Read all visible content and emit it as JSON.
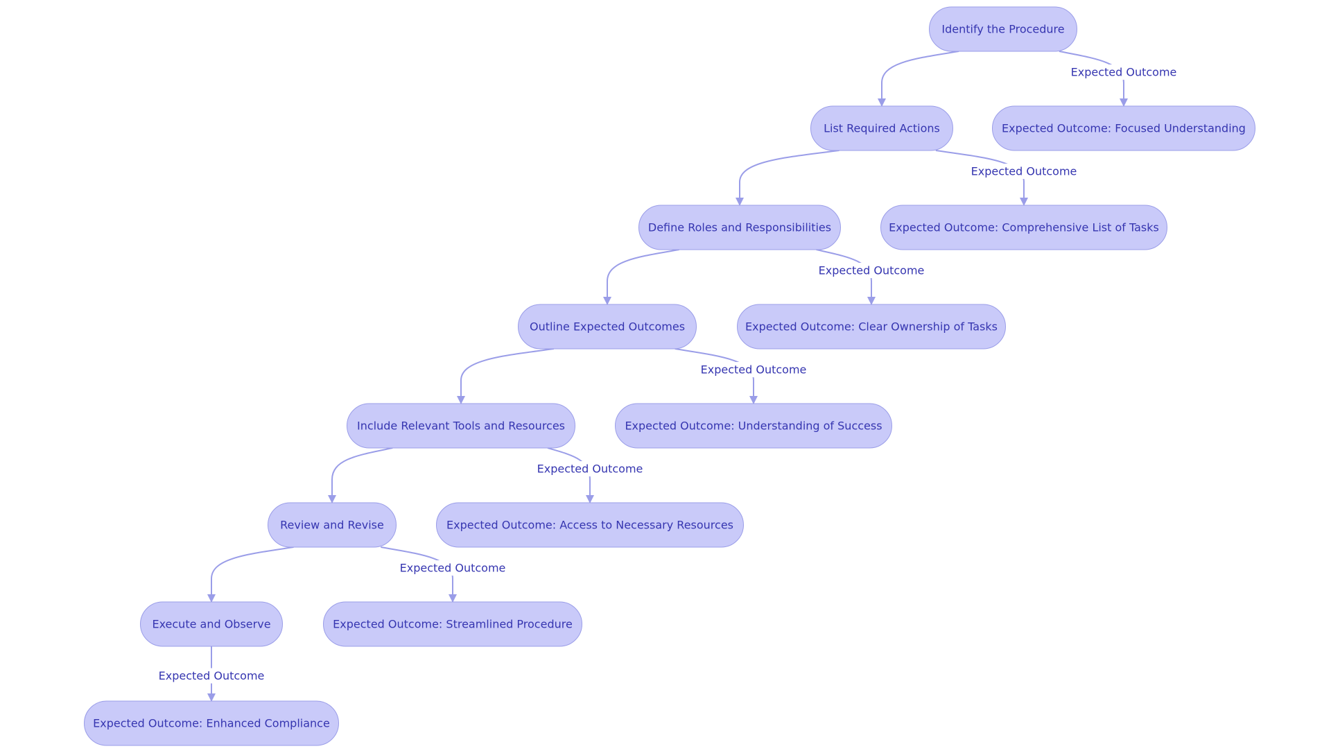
{
  "colors": {
    "node_fill": "#c9caf9",
    "node_stroke": "#9a9de8",
    "text": "#3535b0",
    "edge": "#9a9de8"
  },
  "nodes": [
    {
      "id": "identify",
      "label": "Identify the Procedure"
    },
    {
      "id": "list_actions",
      "label": "List Required Actions"
    },
    {
      "id": "define_roles",
      "label": "Define Roles and Responsibilities"
    },
    {
      "id": "outline",
      "label": "Outline Expected Outcomes"
    },
    {
      "id": "include_tools",
      "label": "Include Relevant Tools and Resources"
    },
    {
      "id": "review",
      "label": "Review and Revise"
    },
    {
      "id": "execute",
      "label": "Execute and Observe"
    },
    {
      "id": "out_focused",
      "label": "Expected Outcome: Focused Understanding"
    },
    {
      "id": "out_tasks",
      "label": "Expected Outcome: Comprehensive List of Tasks"
    },
    {
      "id": "out_ownership",
      "label": "Expected Outcome: Clear Ownership of Tasks"
    },
    {
      "id": "out_success",
      "label": "Expected Outcome: Understanding of Success"
    },
    {
      "id": "out_resources",
      "label": "Expected Outcome: Access to Necessary Resources"
    },
    {
      "id": "out_streamlined",
      "label": "Expected Outcome: Streamlined Procedure"
    },
    {
      "id": "out_compliance",
      "label": "Expected Outcome: Enhanced Compliance"
    }
  ],
  "edges": [
    {
      "from": "identify",
      "to": "list_actions",
      "label": ""
    },
    {
      "from": "identify",
      "to": "out_focused",
      "label": "Expected Outcome"
    },
    {
      "from": "list_actions",
      "to": "define_roles",
      "label": ""
    },
    {
      "from": "list_actions",
      "to": "out_tasks",
      "label": "Expected Outcome"
    },
    {
      "from": "define_roles",
      "to": "outline",
      "label": ""
    },
    {
      "from": "define_roles",
      "to": "out_ownership",
      "label": "Expected Outcome"
    },
    {
      "from": "outline",
      "to": "include_tools",
      "label": ""
    },
    {
      "from": "outline",
      "to": "out_success",
      "label": "Expected Outcome"
    },
    {
      "from": "include_tools",
      "to": "review",
      "label": ""
    },
    {
      "from": "include_tools",
      "to": "out_resources",
      "label": "Expected Outcome"
    },
    {
      "from": "review",
      "to": "execute",
      "label": ""
    },
    {
      "from": "review",
      "to": "out_streamlined",
      "label": "Expected Outcome"
    },
    {
      "from": "execute",
      "to": "out_compliance",
      "label": "Expected Outcome"
    }
  ]
}
